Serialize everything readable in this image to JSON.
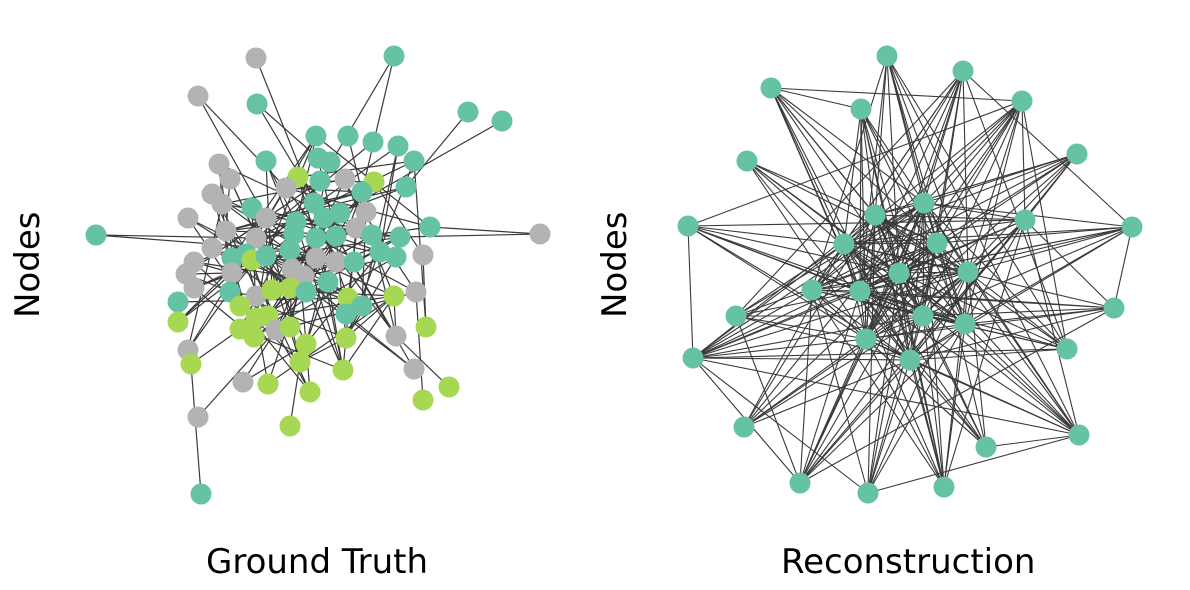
{
  "panels": [
    {
      "xlabel": "Ground Truth",
      "ylabel": "Nodes",
      "colors": {
        "teal": "#66c2a5",
        "gray": "#b3b3b3",
        "lime": "#a6d854",
        "edge": "#3a3a3a"
      }
    },
    {
      "xlabel": "Reconstruction",
      "ylabel": "Nodes",
      "colors": {
        "teal": "#66c2a5",
        "edge": "#3a3a3a"
      }
    }
  ]
}
